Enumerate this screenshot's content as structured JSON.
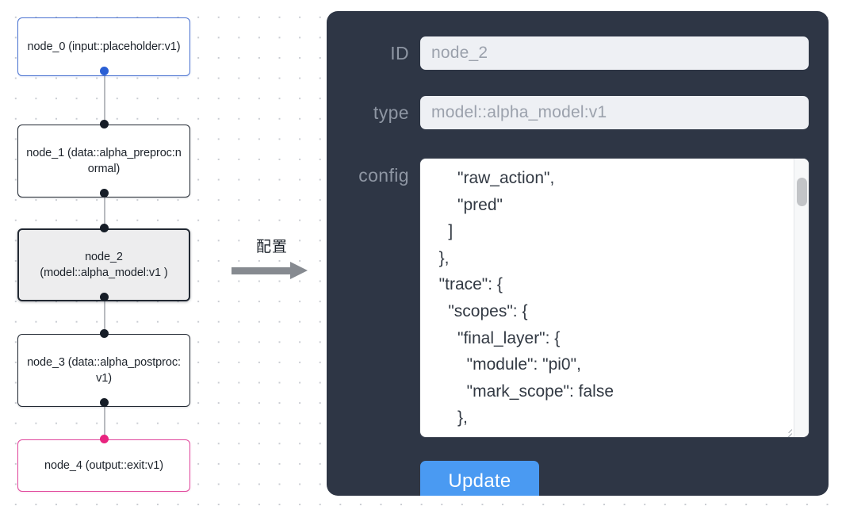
{
  "graph": {
    "nodes": [
      {
        "id": "node_0",
        "label": "node_0\n(input::placeholder:v1)",
        "kind": "input",
        "selected": false,
        "accent": "#4b73d1"
      },
      {
        "id": "node_1",
        "label": "node_1\n(data::alpha_preproc:n\normal)",
        "kind": "default",
        "selected": false,
        "accent": "#222933"
      },
      {
        "id": "node_2",
        "label": "node_2\n(model::alpha_model:v1\n)",
        "kind": "model",
        "selected": true,
        "accent": "#222933"
      },
      {
        "id": "node_3",
        "label": "node_3\n(data::alpha_postproc:\nv1)",
        "kind": "default",
        "selected": false,
        "accent": "#222933"
      },
      {
        "id": "node_4",
        "label": "node_4\n(output::exit:v1)",
        "kind": "output",
        "selected": false,
        "accent": "#e0479c"
      }
    ],
    "edges": [
      {
        "from": "node_0",
        "to": "node_1"
      },
      {
        "from": "node_1",
        "to": "node_2"
      },
      {
        "from": "node_2",
        "to": "node_3"
      },
      {
        "from": "node_3",
        "to": "node_4"
      }
    ],
    "port_colors": {
      "default": "#161d27",
      "input": "#2a5fd4",
      "output": "#e8247f"
    }
  },
  "annotation": {
    "label": "配置",
    "arrow_icon": "arrow-right-icon",
    "arrow_color": "#868a90"
  },
  "inspector": {
    "background": "#2e3645",
    "fields": {
      "id": {
        "label": "ID",
        "value": "node_2",
        "placeholder": "node_2"
      },
      "type": {
        "label": "type",
        "value": "model::alpha_model:v1",
        "placeholder": "model::alpha_model:v1"
      },
      "config": {
        "label": "config",
        "value": "      \"raw_action\",\n      \"pred\"\n    ]\n  },\n  \"trace\": {\n    \"scopes\": {\n      \"final_layer\": {\n        \"module\": \"pi0\",\n        \"mark_scope\": false\n      },\n      \"action_model\": {"
      }
    },
    "update_button": {
      "label": "Update",
      "color": "#4a9af2"
    },
    "scrollbar": {
      "thumb_color": "#c2c4c7"
    }
  }
}
